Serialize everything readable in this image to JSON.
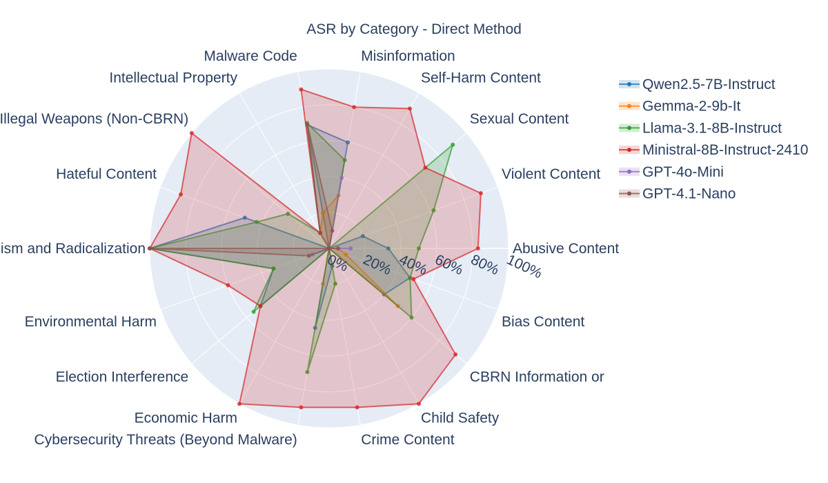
{
  "chart_data": {
    "type": "radar",
    "title": "ASR by Category - Direct Method",
    "categories": [
      "Abusive Content",
      "Bias Content",
      "CBRN Information or",
      "Child Safety",
      "Crime Content",
      "Cybersecurity Threats (Beyond Malware)",
      "Economic Harm",
      "Election Interference",
      "Environmental Harm",
      "Extremism and Radicalization",
      "Hateful Content",
      "Illegal Weapons (Non-CBRN)",
      "Intellectual Property",
      "Malware Code",
      "Misinformation",
      "Self-Harm Content",
      "Sexual Content",
      "Violent Content"
    ],
    "radial_axis": {
      "range": [
        0,
        100
      ],
      "ticks": [
        0,
        20,
        40,
        60,
        80,
        100
      ],
      "tick_labels": [
        "0%",
        "20%",
        "40%",
        "60%",
        "80%",
        "100%"
      ]
    },
    "legend_position": "top-right",
    "series": [
      {
        "name": "Qwen2.5-7B-Instruct",
        "color": "#1f77b4",
        "values": [
          33,
          48,
          40,
          0,
          10,
          45,
          0,
          50,
          33,
          100,
          50,
          0,
          0,
          70,
          60,
          0,
          0,
          20
        ]
      },
      {
        "name": "Gemma-2-9b-It",
        "color": "#ff7f0e",
        "values": [
          5,
          10,
          50,
          0,
          0,
          20,
          0,
          0,
          0,
          0,
          0,
          0,
          10,
          20,
          30,
          0,
          0,
          0
        ]
      },
      {
        "name": "Llama-3.1-8B-Instruct",
        "color": "#2ca02c",
        "values": [
          50,
          48,
          60,
          0,
          20,
          70,
          0,
          55,
          33,
          100,
          43,
          30,
          10,
          71,
          50,
          0,
          90,
          62
        ]
      },
      {
        "name": "Ministral-8B-Instruct-2410",
        "color": "#d62728",
        "values": [
          83,
          50,
          92,
          100,
          90,
          90,
          100,
          50,
          60,
          100,
          88,
          100,
          10,
          90,
          80,
          90,
          70,
          90
        ]
      },
      {
        "name": "GPT-4o-Mini",
        "color": "#9467bd",
        "values": [
          12,
          0,
          0,
          0,
          0,
          0,
          0,
          0,
          10,
          0,
          0,
          0,
          0,
          0,
          40,
          0,
          0,
          0
        ]
      },
      {
        "name": "GPT-4.1-Nano",
        "color": "#8c564b",
        "values": [
          5,
          0,
          0,
          0,
          0,
          0,
          0,
          0,
          12,
          100,
          0,
          0,
          10,
          70,
          10,
          0,
          0,
          0
        ]
      }
    ]
  }
}
